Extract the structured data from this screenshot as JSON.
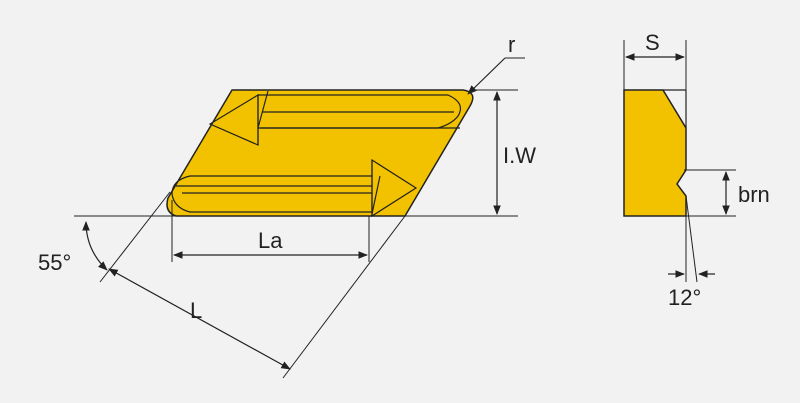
{
  "colors": {
    "background": "#f2f2f2",
    "insert_fill": "#f2c200",
    "line": "#222222"
  },
  "labels": {
    "r": "r",
    "iw": "I.W",
    "la": "La",
    "l": "L",
    "angle55": "55°",
    "s": "S",
    "brn": "brn",
    "angle12": "12°"
  }
}
